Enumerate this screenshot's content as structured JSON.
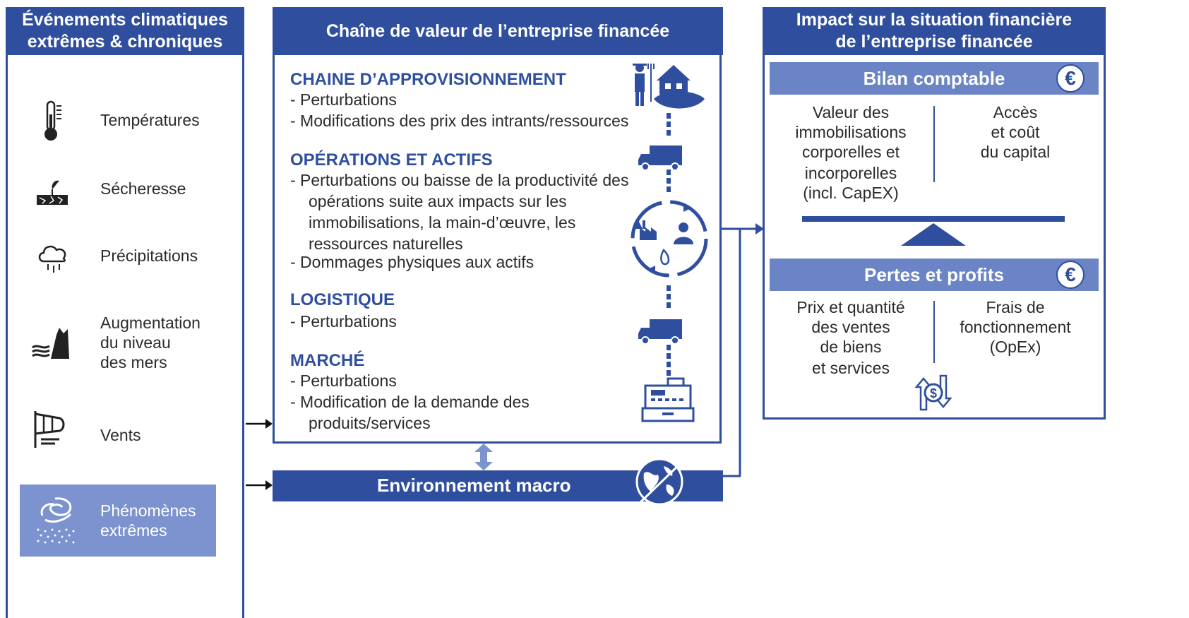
{
  "left_panel": {
    "title_line1": "Événements climatiques",
    "title_line2": "extrêmes & chroniques",
    "events": [
      {
        "label": "Températures",
        "icon": "thermometer-icon"
      },
      {
        "label": "Sécheresse",
        "icon": "drought-icon"
      },
      {
        "label": "Précipitations",
        "icon": "rain-cloud-icon"
      },
      {
        "label_lines": [
          "Augmentation",
          "du niveau",
          "des mers"
        ],
        "icon": "sea-level-icon"
      },
      {
        "label": "Vents",
        "icon": "wind-icon"
      },
      {
        "label_lines": [
          "Phénomènes",
          "extrêmes"
        ],
        "icon": "cyclone-icon"
      }
    ]
  },
  "middle_panel": {
    "title": "Chaîne de valeur de l’entreprise financée",
    "sections": [
      {
        "title": "CHAINE D’APPROVISIONNEMENT",
        "bullets": [
          "-  Perturbations",
          "-  Modifications des prix des intrants/ressources"
        ]
      },
      {
        "title": "OPÉRATIONS ET ACTIFS",
        "bullets": [
          "-  Perturbations ou baisse de la productivité des opérations suite aux impacts sur les immobilisations, la main-d’œuvre, les ressources naturelles",
          "-  Dommages physiques aux actifs"
        ]
      },
      {
        "title": "LOGISTIQUE",
        "bullets": [
          "-  Perturbations"
        ]
      },
      {
        "title": "MARCHÉ",
        "bullets": [
          "-  Perturbations",
          "-  Modification de la demande des produits/services"
        ]
      }
    ],
    "macro_label": "Environnement macro"
  },
  "right_panel": {
    "title_line1": "Impact sur la situation financière",
    "title_line2": "de l’entreprise financée",
    "bilan": {
      "title": "Bilan comptable",
      "symbol": "€",
      "left_lines": [
        "Valeur des",
        "immobilisations",
        "corporelles et",
        "incorporelles",
        "(incl. CapEX)"
      ],
      "right_lines": [
        "Accès",
        "et coût",
        "du capital"
      ]
    },
    "pnl": {
      "title": "Pertes et profits",
      "symbol": "€",
      "left_lines": [
        "Prix et quantité",
        "des ventes",
        "de biens",
        "et services"
      ],
      "right_lines": [
        "Frais de",
        "fonctionnement",
        "(OpEx)"
      ],
      "coin_symbol": "$"
    }
  },
  "colors": {
    "primary": "#2f4f9e",
    "light": "#6a84c5",
    "highlight_box": "#7d93cf"
  }
}
